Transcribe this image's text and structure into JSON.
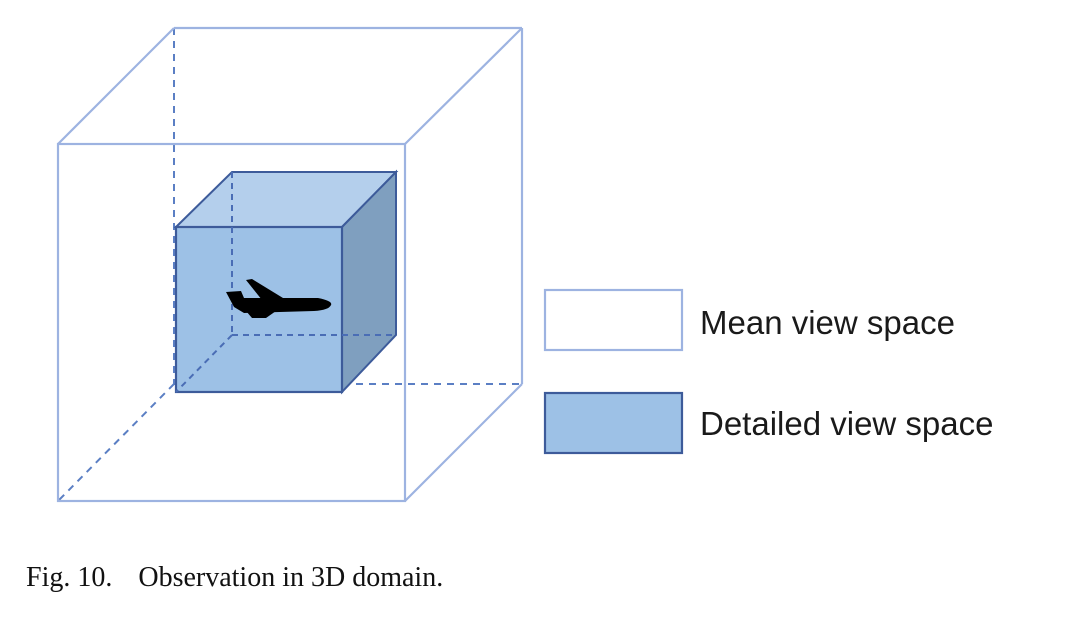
{
  "colors": {
    "outer_edge": "#9db3e1",
    "outer_dashed": "#5b7fc4",
    "inner_front": "#9dc1e6",
    "inner_top": "#b4cfec",
    "inner_side": "#7f9fbf",
    "inner_edge": "#3d5b9a",
    "inner_dashed": "#4a6db5",
    "airplane": "#000000"
  },
  "icons": {
    "airplane": "airplane-icon"
  },
  "legend": {
    "items": [
      {
        "label": "Mean view space"
      },
      {
        "label": "Detailed view space"
      }
    ]
  },
  "caption": {
    "number": "Fig. 10.",
    "text": "Observation in 3D domain."
  }
}
